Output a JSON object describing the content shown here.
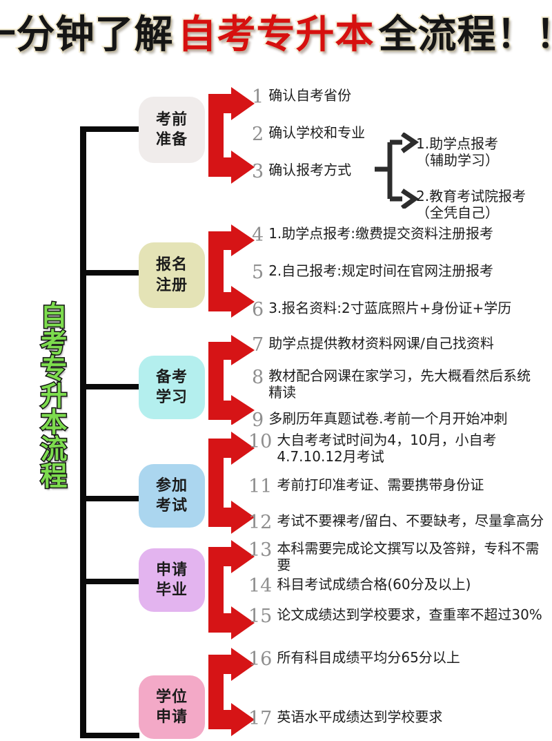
{
  "title": {
    "part1": "一分钟了解",
    "highlight": "自考专升本",
    "part2": "全流程！！"
  },
  "side_label": "自考专升本流程",
  "colors": {
    "arrow_red": "#d61416",
    "spine_black": "#0a0a0a",
    "number_gray": "#8e8e8e",
    "title_red": "#d6100f",
    "side_green": "#7ddc4e"
  },
  "categories": [
    {
      "id": "pre-exam-prep",
      "line1": "考前",
      "line2": "准备",
      "bg": "#f0eceb"
    },
    {
      "id": "registration",
      "line1": "报名",
      "line2": "注册",
      "bg": "#e4e3b6"
    },
    {
      "id": "study-prep",
      "line1": "备考",
      "line2": "学习",
      "bg": "#b4efee"
    },
    {
      "id": "take-exam",
      "line1": "参加",
      "line2": "考试",
      "bg": "#abd6ef"
    },
    {
      "id": "apply-grad",
      "line1": "申请",
      "line2": "毕业",
      "bg": "#e3b4ef"
    },
    {
      "id": "apply-degree",
      "line1": "学位",
      "line2": "申请",
      "bg": "#f3a9c7"
    }
  ],
  "steps": [
    {
      "num": "1",
      "text": "确认自考省份"
    },
    {
      "num": "2",
      "text": "确认学校和专业"
    },
    {
      "num": "3",
      "text": "确认报考方式"
    },
    {
      "num": "4",
      "text": "1.助学点报考:缴费提交资料注册报考"
    },
    {
      "num": "5",
      "text": "2.自己报考:规定时间在官网注册报考"
    },
    {
      "num": "6",
      "text": "3.报名资料:2寸蓝底照片+身份证+学历"
    },
    {
      "num": "7",
      "text": "助学点提供教材资料网课/自己找资料"
    },
    {
      "num": "8",
      "text": "教材配合网课在家学习，先大概看然后系统精读"
    },
    {
      "num": "9",
      "text": "多刷历年真题试卷.考前一个月开始冲刺"
    },
    {
      "num": "10",
      "text": "大自考考试时间为4，10月，小自考4.7.10.12月考试"
    },
    {
      "num": "11",
      "text": "考前打印准考证、需要携带身份证"
    },
    {
      "num": "12",
      "text": "考试不要裸考/留白、不要缺考，尽量拿高分"
    },
    {
      "num": "13",
      "text": "本科需要完成论文撰写以及答辩，专科不需要"
    },
    {
      "num": "14",
      "text": "科目考试成绩合格(60分及以上)"
    },
    {
      "num": "15",
      "text": "论文成绩达到学校要求，查重率不超过30%"
    },
    {
      "num": "16",
      "text": "所有科目成绩平均分65分以上"
    },
    {
      "num": "17",
      "text": "英语水平成绩达到学校要求"
    }
  ],
  "sub_branches": [
    {
      "line1": "1.助学点报考",
      "line2": "（辅助学习）"
    },
    {
      "line1": "2.教育考试院报考",
      "line2": "（全凭自己）"
    }
  ]
}
